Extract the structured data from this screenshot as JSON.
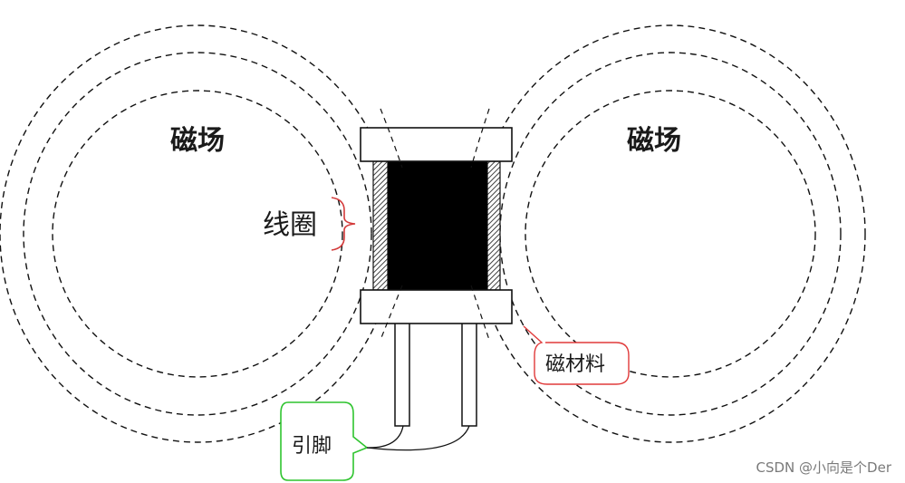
{
  "labels": {
    "field_left": "磁场",
    "field_right": "磁场",
    "coil": "线圈",
    "magnetic_material": "磁材料",
    "pins": "引脚"
  },
  "watermark": "CSDN @小向是个Der",
  "colors": {
    "stroke": "#111111",
    "coil_fill": "#000000",
    "coil_brace": "#d33a3a",
    "material_callout": "#e03a3a",
    "pins_callout": "#2fc42f",
    "watermark": "#7a7a7a"
  }
}
